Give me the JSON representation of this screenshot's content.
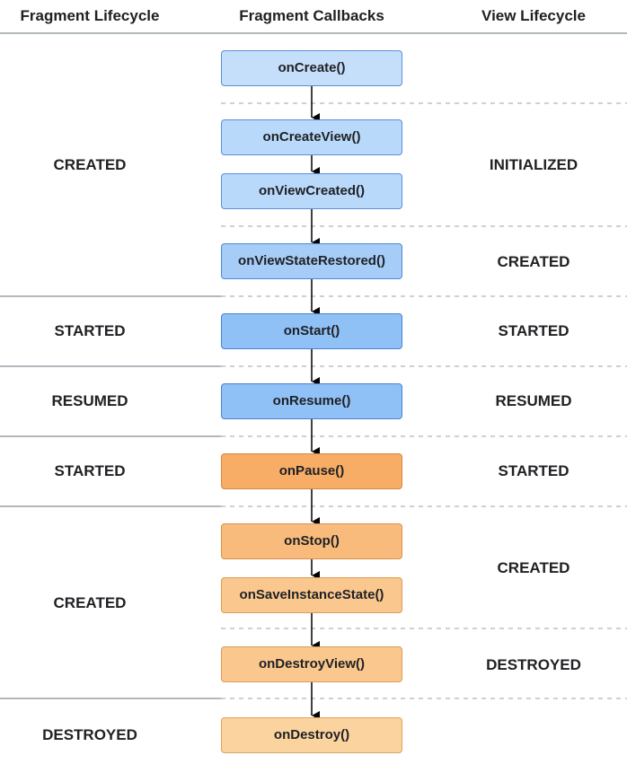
{
  "headers": {
    "fragment_lifecycle": "Fragment Lifecycle",
    "fragment_callbacks": "Fragment Callbacks",
    "view_lifecycle": "View Lifecycle"
  },
  "callbacks": [
    "onCreate()",
    "onCreateView()",
    "onViewCreated()",
    "onViewStateRestored()",
    "onStart()",
    "onResume()",
    "onPause()",
    "onStop()",
    "onSaveInstanceState()",
    "onDestroyView()",
    "onDestroy()"
  ],
  "fragment_states": [
    "CREATED",
    "STARTED",
    "RESUMED",
    "STARTED",
    "CREATED",
    "DESTROYED"
  ],
  "view_states": [
    "INITIALIZED",
    "CREATED",
    "STARTED",
    "RESUMED",
    "STARTED",
    "CREATED",
    "DESTROYED"
  ],
  "colors": {
    "blue_fill": "#b9d9fb",
    "orange_fill": "#f8bb7c",
    "solid_line": "#9aa0a6",
    "dashed_line": "#bdc1c6"
  }
}
